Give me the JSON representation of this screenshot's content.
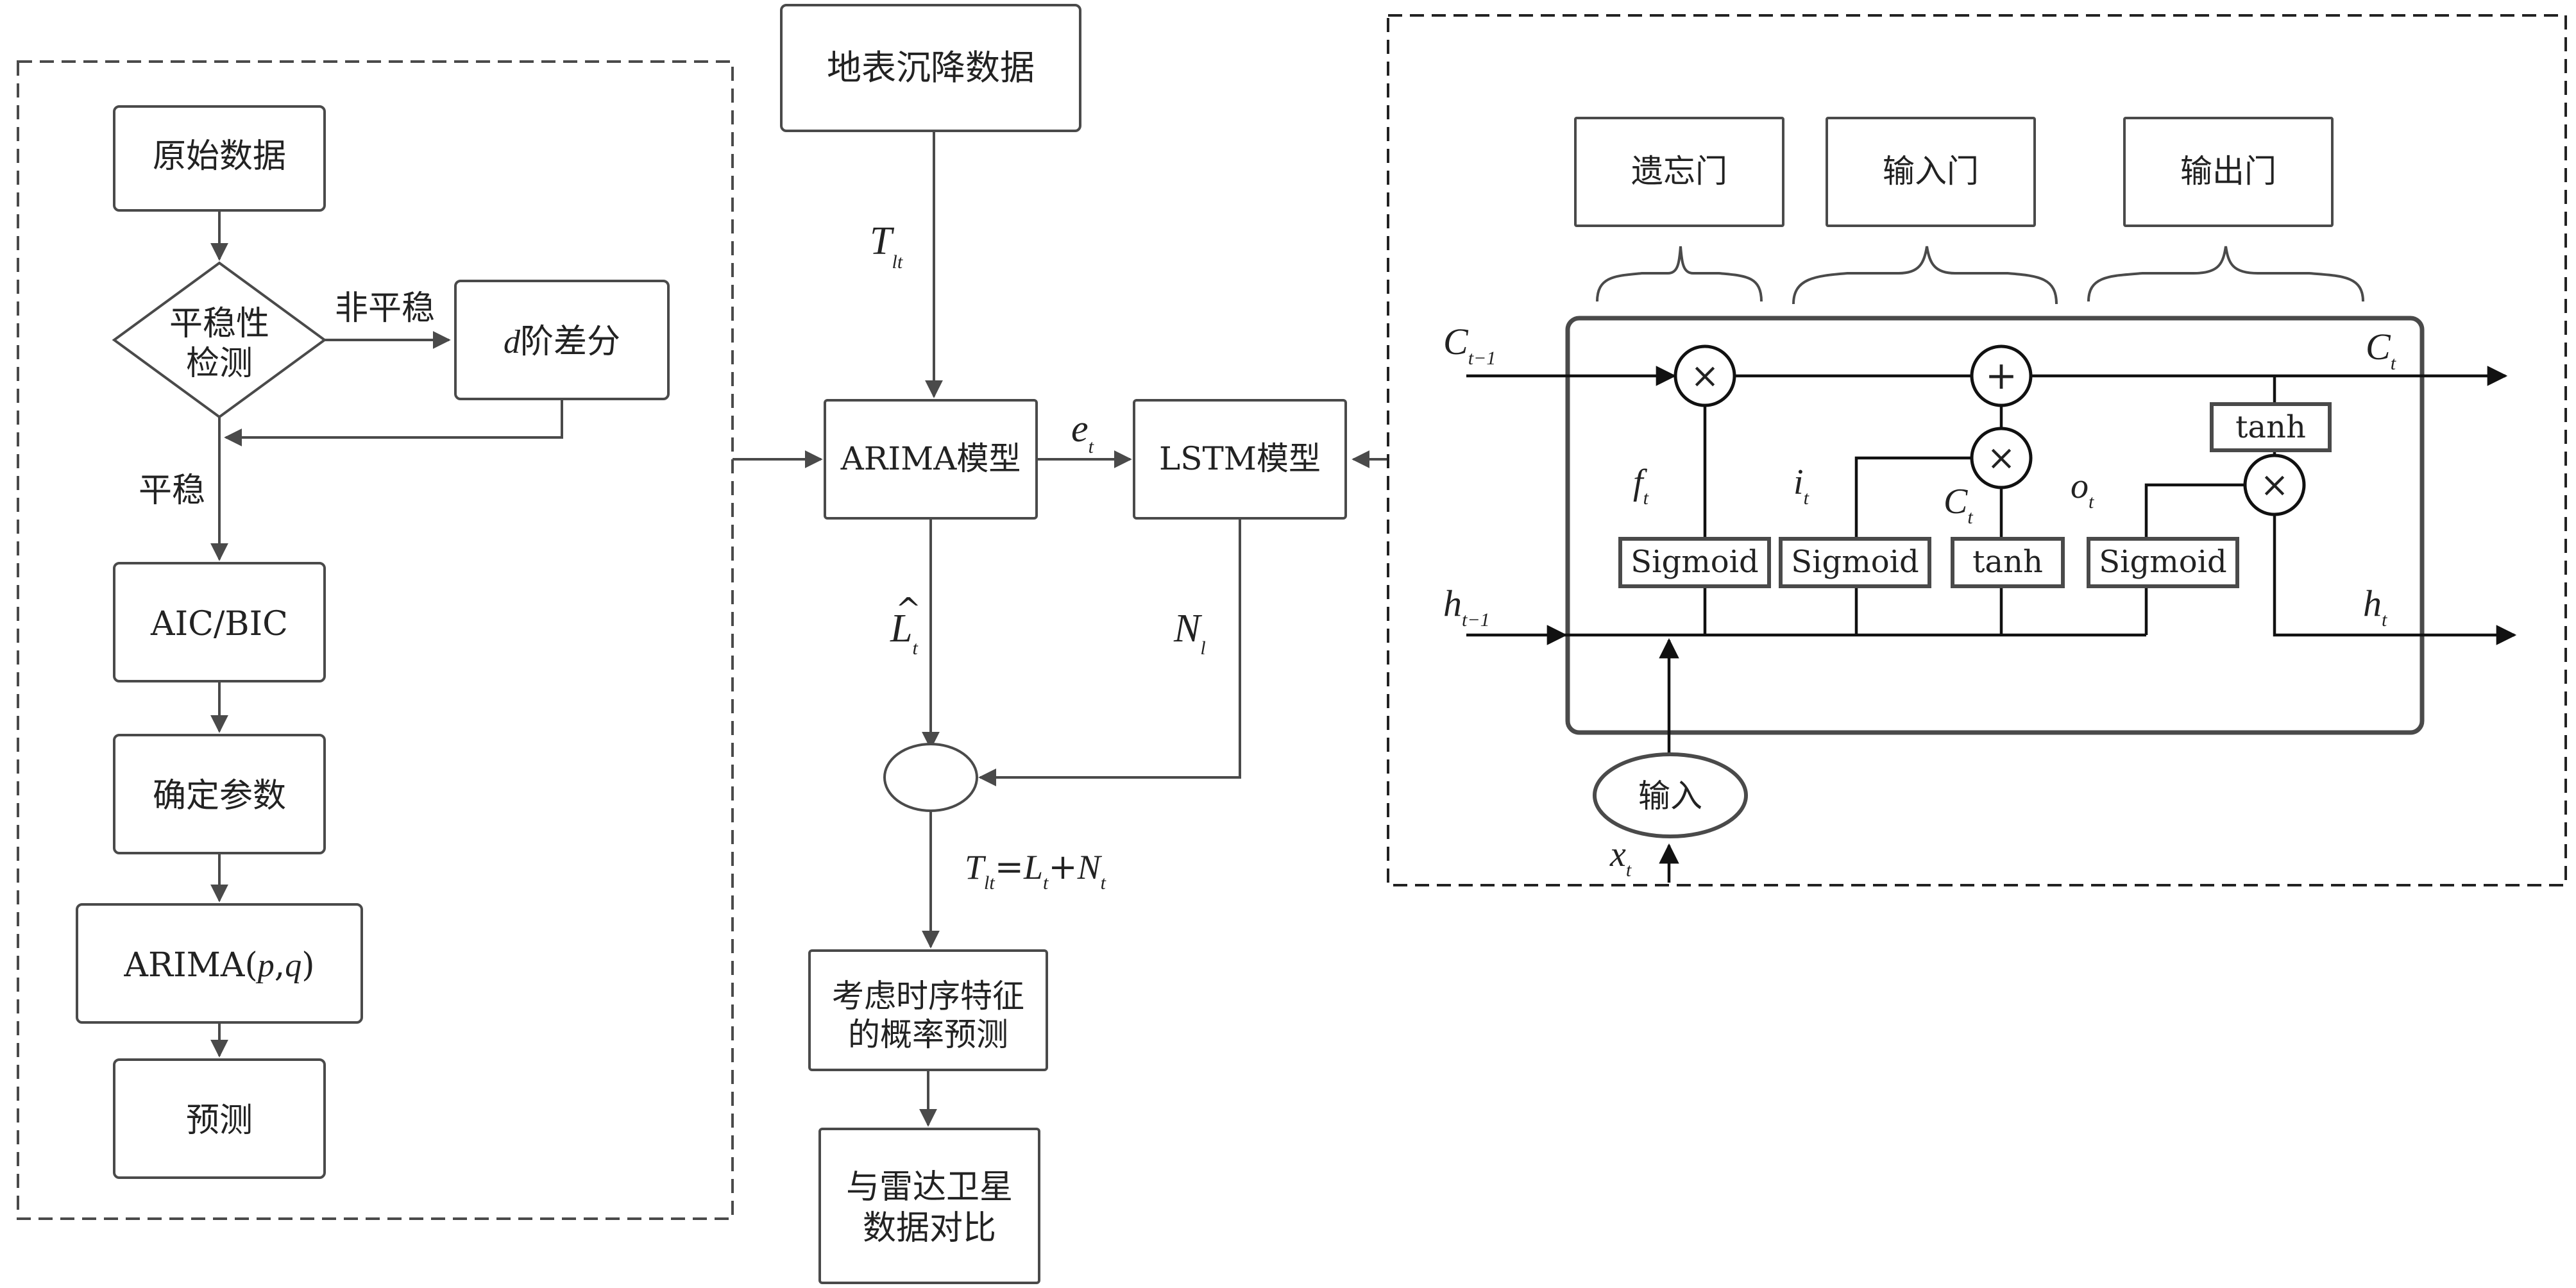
{
  "input_data": {
    "surface_subsidence_data": "地表沉降数据"
  },
  "arima_flow": {
    "raw_data": "原始数据",
    "stationarity_test_line1": "平稳性",
    "stationarity_test_line2": "检测",
    "nonstationary_label": "非平稳",
    "differencing_var": "d",
    "differencing_text": "阶差分",
    "stationary_label": "平稳",
    "aic_bic": "AIC/BIC",
    "determine_params": "确定参数",
    "arima_pq_prefix": "ARIMA(",
    "arima_pq_p": "p",
    "arima_pq_comma": ",",
    "arima_pq_q": "q",
    "arima_pq_suffix": ")",
    "predict": "预测"
  },
  "center_flow": {
    "T_symbol": "T",
    "T_sub": "lt",
    "arima_model": "ARIMA模型",
    "e_symbol": "e",
    "e_sub": "t",
    "lstm_model": "LSTM模型",
    "L_symbol": "L",
    "L_hat": "^",
    "L_sub": "t",
    "N_symbol": "N",
    "N_sub": "l",
    "eq_T": "T",
    "eq_T_sub": "lt",
    "eq_equals": "=",
    "eq_L": "L",
    "eq_L_sub": "t",
    "eq_plus": "+",
    "eq_N": "N",
    "eq_N_sub": "t",
    "prob_forecast_line1": "考虑时序特征",
    "prob_forecast_line2": "的概率预测",
    "compare_line1": "与雷达卫星",
    "compare_line2": "数据对比"
  },
  "lstm_cell": {
    "forget_gate": "遗忘门",
    "input_gate": "输入门",
    "output_gate": "输出门",
    "C_prev": "C",
    "C_prev_sub": "t−1",
    "C_out": "C",
    "C_out_sub": "t",
    "h_prev": "h",
    "h_prev_sub": "t−1",
    "h_out": "h",
    "h_out_sub": "t",
    "f_label": "f",
    "f_sub": "t",
    "i_label": "i",
    "i_sub": "t",
    "C_tilde": "C",
    "C_tilde_sub": "t",
    "o_label": "o",
    "o_sub": "t",
    "sigmoid": "Sigmoid",
    "tanh": "tanh",
    "multiply": "×",
    "add": "+",
    "input_node": "输入",
    "x_label": "x",
    "x_sub": "t"
  }
}
